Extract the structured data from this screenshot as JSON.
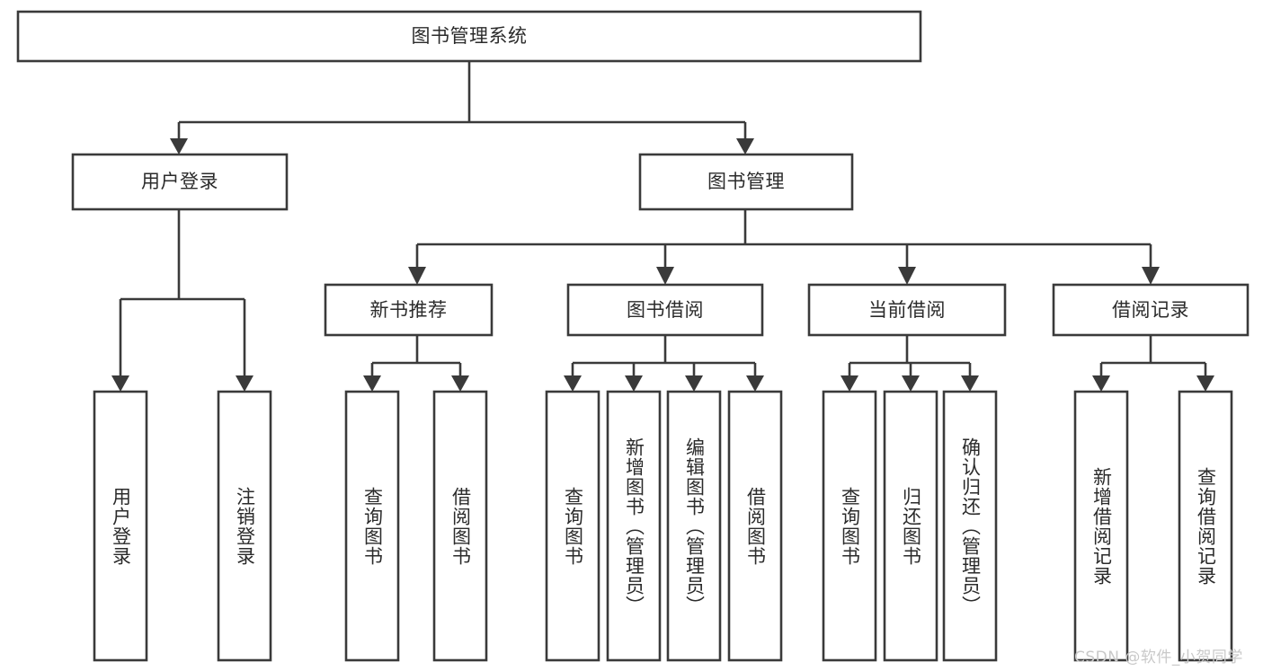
{
  "diagram": {
    "title": "图书管理系统",
    "type": "hierarchy-tree",
    "orientation": "top-down",
    "colors": {
      "box_stroke": "#3a3a3a",
      "box_fill": "#ffffff",
      "text": "#2b2b2b",
      "connector": "#3a3a3a",
      "background": "#ffffff",
      "watermark": "#c9c9c9"
    },
    "root": {
      "label": "图书管理系统"
    },
    "level2": [
      {
        "label": "用户登录"
      },
      {
        "label": "图书管理"
      }
    ],
    "level3": [
      {
        "label": "新书推荐"
      },
      {
        "label": "图书借阅"
      },
      {
        "label": "当前借阅"
      },
      {
        "label": "借阅记录"
      }
    ],
    "leaves": {
      "user_login": [
        {
          "label": "用户登录"
        },
        {
          "label": "注销登录"
        }
      ],
      "new_book_recommend": [
        {
          "label": "查询图书"
        },
        {
          "label": "借阅图书"
        }
      ],
      "book_borrow": [
        {
          "label": "查询图书"
        },
        {
          "label": "新增图书（管理员）"
        },
        {
          "label": "编辑图书（管理员）"
        },
        {
          "label": "借阅图书"
        }
      ],
      "current_borrow": [
        {
          "label": "查询图书"
        },
        {
          "label": "归还图书"
        },
        {
          "label": "确认归还（管理员）"
        }
      ],
      "borrow_record": [
        {
          "label": "新增借阅记录"
        },
        {
          "label": "查询借阅记录"
        }
      ]
    },
    "watermark": "CSDN @软件_小贺同学"
  }
}
